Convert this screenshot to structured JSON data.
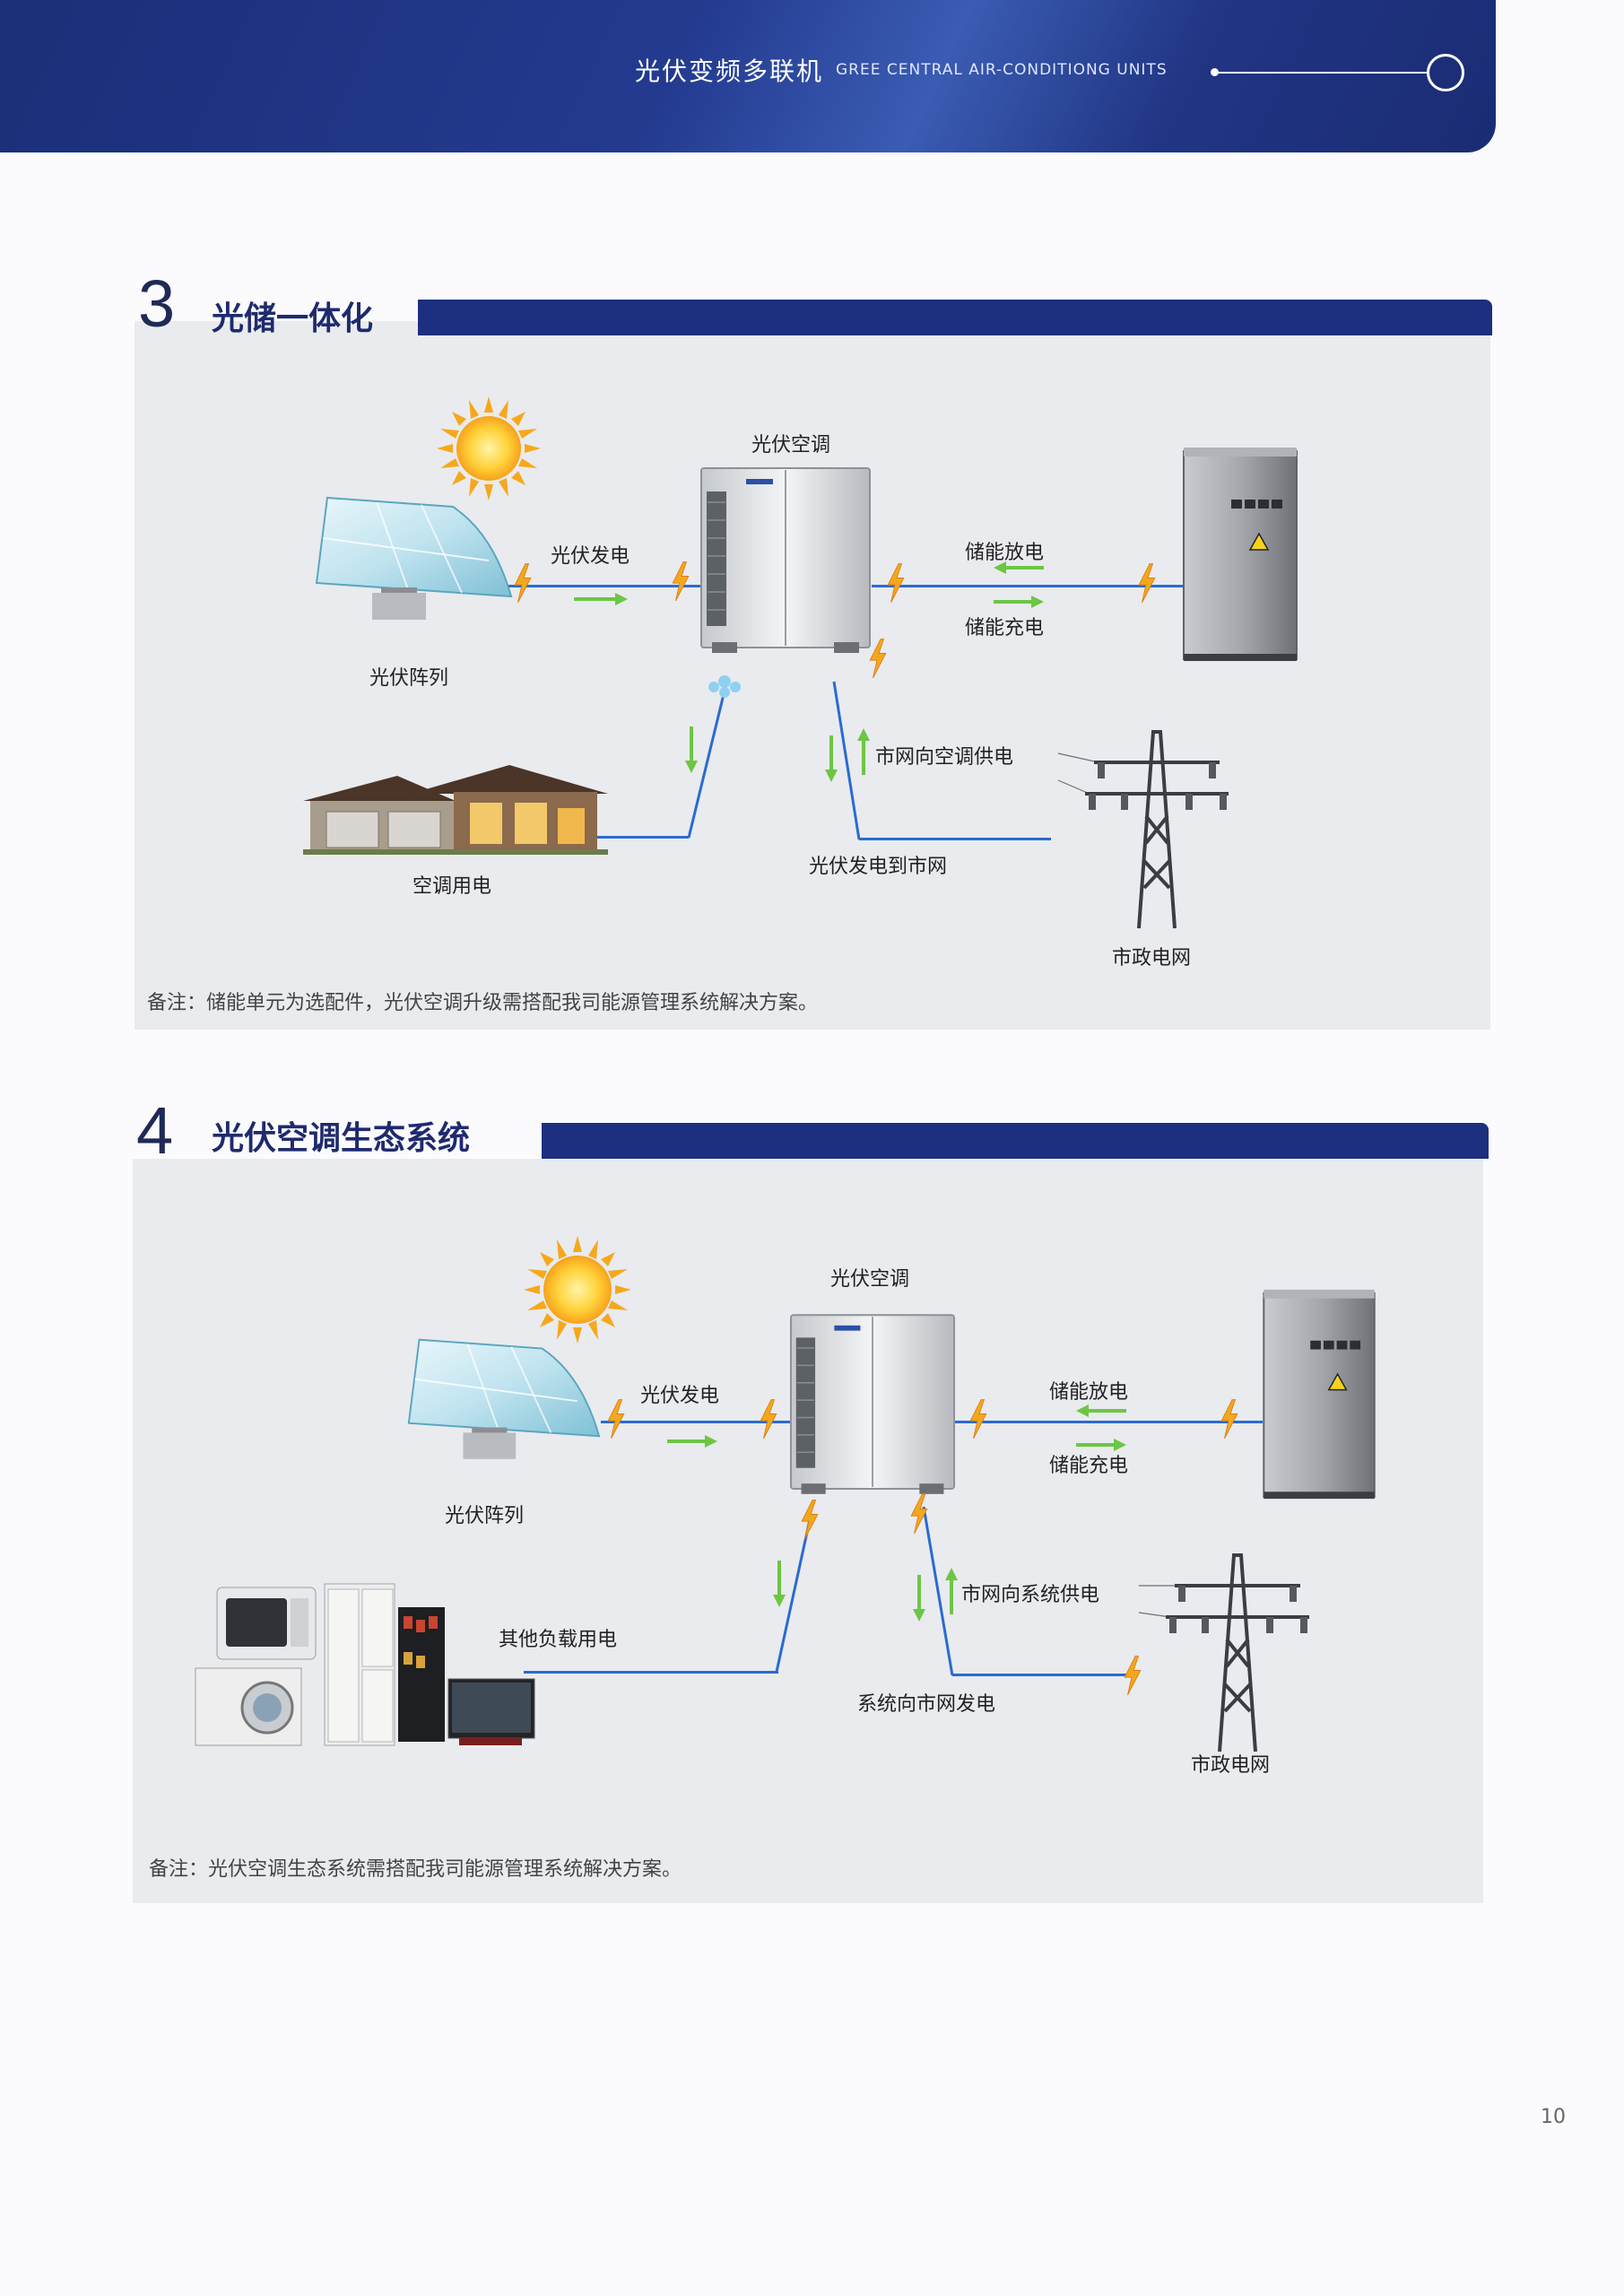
{
  "header": {
    "title": "光伏变频多联机",
    "subtitle": "GREE  CENTRAL AIR-CONDITIONG UNITS"
  },
  "section3": {
    "number": "3",
    "title": "光储一体化",
    "labels": {
      "ac": "光伏空调",
      "pv_gen": "光伏发电",
      "storage_discharge": "储能放电",
      "storage_charge": "储能充电",
      "pv_array": "光伏阵列",
      "grid_to_ac": "市网向空调供电",
      "ac_load": "空调用电",
      "pv_to_grid": "光伏发电到市网",
      "grid": "市政电网"
    },
    "note": "备注：储能单元为选配件，光伏空调升级需搭配我司能源管理系统解决方案。"
  },
  "section4": {
    "number": "4",
    "title": "光伏空调生态系统",
    "labels": {
      "ac": "光伏空调",
      "pv_gen": "光伏发电",
      "storage_discharge": "储能放电",
      "storage_charge": "储能充电",
      "pv_array": "光伏阵列",
      "grid_to_system": "市网向系统供电",
      "other_load": "其他负载用电",
      "system_to_grid": "系统向市网发电",
      "grid": "市政电网"
    },
    "note": "备注：光伏空调生态系统需搭配我司能源管理系统解决方案。"
  },
  "colors": {
    "wire": "#2a6bd1",
    "flow_arrow": "#6cc644",
    "bolt": "#f2a81d",
    "bar": "#1d2f7f"
  },
  "page_number": "10"
}
